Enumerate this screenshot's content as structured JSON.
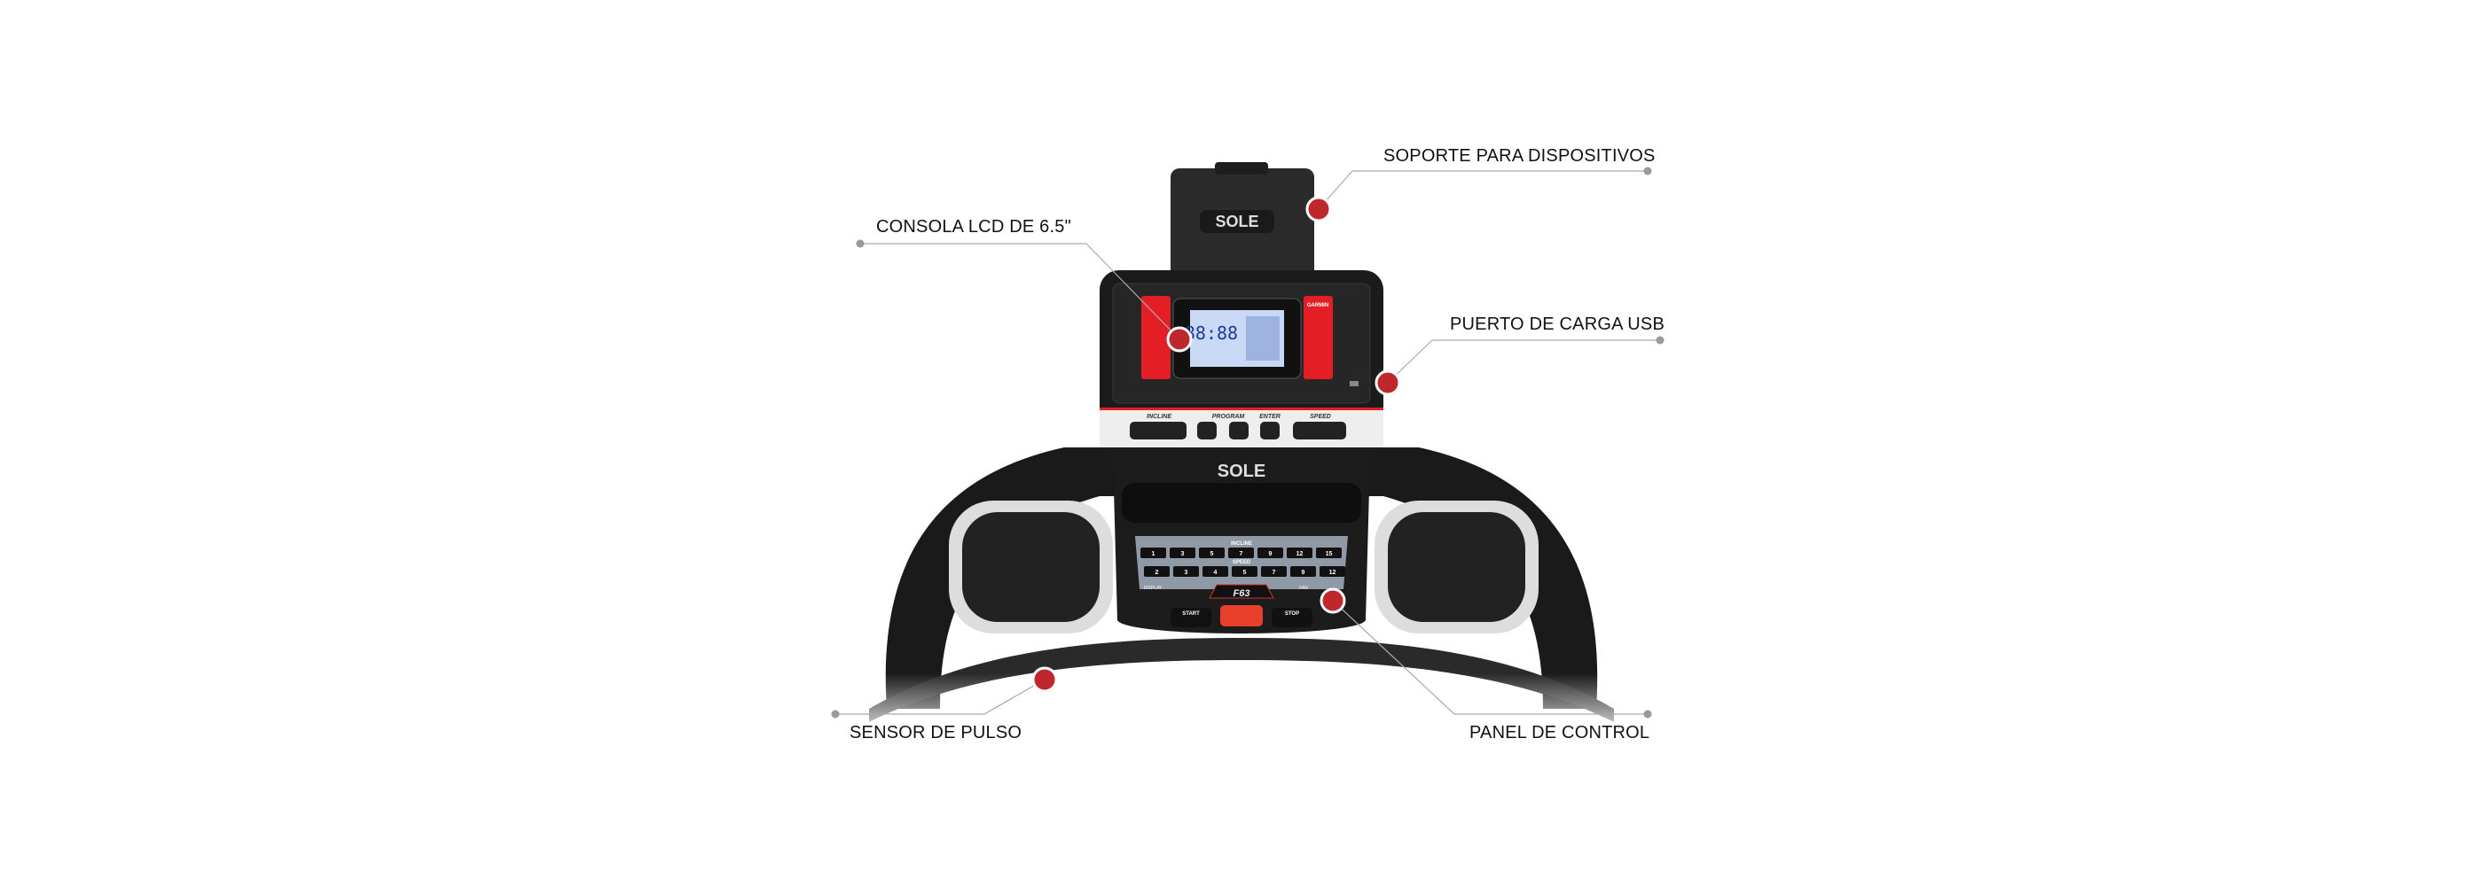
{
  "callouts": {
    "device_holder": "SOPORTE PARA DISPOSITIVOS",
    "lcd_console": "CONSOLA LCD DE 6.5\"",
    "usb_port": "PUERTO DE CARGA USB",
    "pulse_sensor": "SENSOR DE PULSO",
    "control_panel": "PANEL DE CONTROL"
  },
  "product": {
    "brand": "SOLE",
    "model": "F63",
    "garmin": "GARMIN",
    "lcd_digits": "88:88",
    "console_buttons": {
      "incline": "INCLINE",
      "program": "PROGRAM",
      "enter": "ENTER",
      "speed": "SPEED"
    },
    "incline_label": "INCLINE",
    "incline_keys": [
      "1",
      "3",
      "5",
      "7",
      "9",
      "12",
      "15"
    ],
    "speed_label": "SPEED",
    "speed_keys": [
      "2",
      "3",
      "4",
      "5",
      "7",
      "9",
      "12"
    ],
    "display_label": "DISPLAY",
    "fan_label": "FAN",
    "start_label": "START",
    "stop_label": "STOP"
  },
  "colors": {
    "marker": "#c0272d",
    "console_red": "#e31e24",
    "lcd": "#c9d8f5"
  }
}
